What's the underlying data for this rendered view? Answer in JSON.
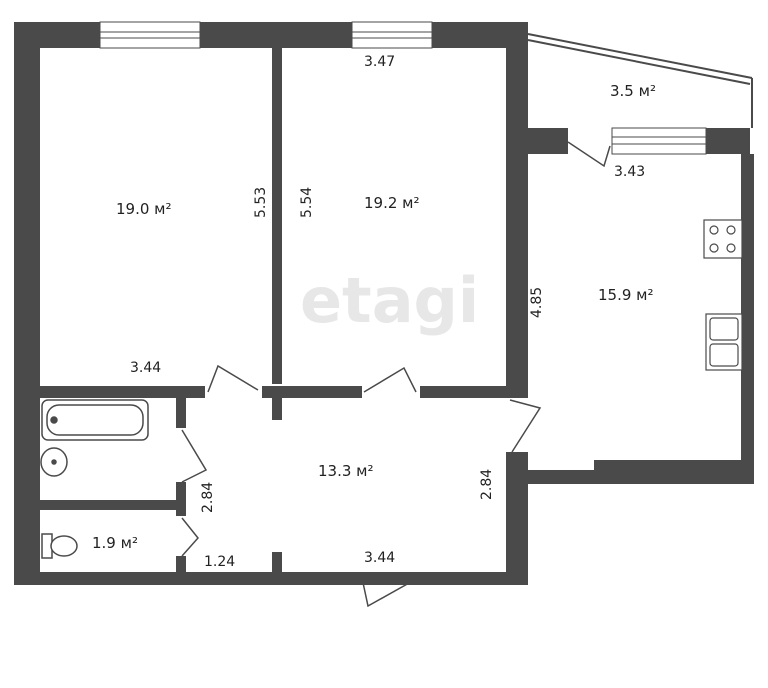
{
  "watermark": "etagi",
  "colors": {
    "wall": "#4a4a4a",
    "background": "#ffffff",
    "text": "#222222",
    "watermark": "#e7e7e7"
  },
  "rooms": {
    "bedroom_left": {
      "area": "19.0 м²"
    },
    "bedroom_right": {
      "area": "19.2 м²"
    },
    "balcony": {
      "area": "3.5 м²"
    },
    "kitchen": {
      "area": "15.9 м²"
    },
    "hallway": {
      "area": "13.3 м²"
    },
    "toilet": {
      "area": "1.9 м²"
    }
  },
  "dimensions": {
    "bedroom_left_height": "5.53",
    "bedroom_left_width": "3.44",
    "bedroom_right_height": "5.54",
    "bedroom_right_width": "3.47",
    "kitchen_width": "3.43",
    "kitchen_height": "4.85",
    "hallway_left": "2.84",
    "hallway_right": "2.84",
    "hallway_bottom": "3.44",
    "toilet_width": "1.24"
  }
}
